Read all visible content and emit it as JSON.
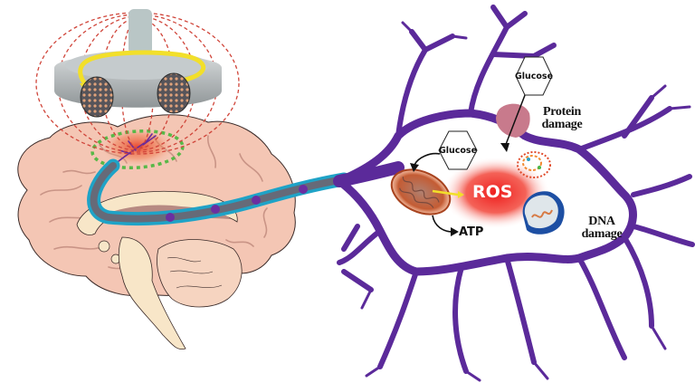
{
  "figure": {
    "title": "Transcranial magnetic stimulation effect on neuronal metabolism",
    "labels": {
      "glucose_top": "Glucose",
      "glucose_mid": "Glucose",
      "protein_damage_line1": "Protein",
      "protein_damage_line2": "damage",
      "ros": "ROS",
      "atp": "ATP",
      "dna_damage_line1": "DNA",
      "dna_damage_line2": "damage"
    },
    "colors": {
      "neuron": "#5b2a9a",
      "axon_myelin": "#1fa3c7",
      "axon_core": "#666a78",
      "brain": "#f4c6b4",
      "coil": "#b9bec1",
      "field_lines": "#d0453a",
      "target_region": "#58b847",
      "current_arrow": "#f2df2a",
      "ros_glow": "#ee2a2a",
      "mitochondrion": "#c5542a",
      "nucleus_rim": "#1d4fa3"
    }
  }
}
